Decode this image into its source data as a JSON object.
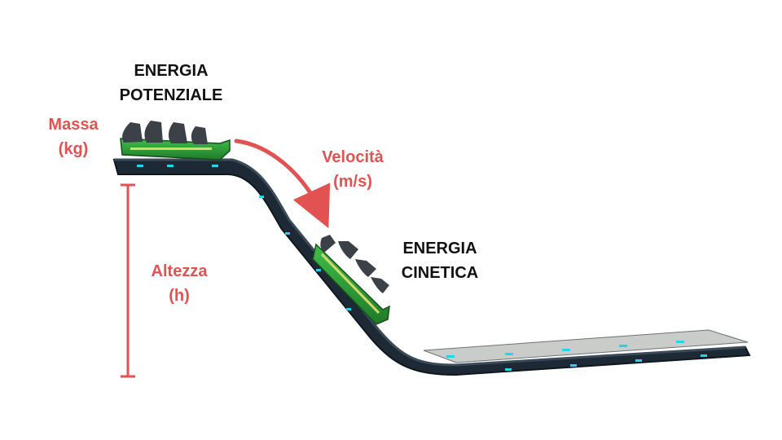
{
  "labels": {
    "potential": {
      "line1": "ENERGIA",
      "line2": "POTENZIALE"
    },
    "mass": {
      "line1": "Massa",
      "line2": "(kg)"
    },
    "velocity": {
      "line1": "Velocità",
      "line2": "(m/s)"
    },
    "height": {
      "line1": "Altezza",
      "line2": "(h)"
    },
    "kinetic": {
      "line1": "ENERGIA",
      "line2": "CINETICA"
    }
  },
  "colors": {
    "annotation": "#e35252",
    "heading": "#111111",
    "track": "#1d2a35",
    "track_glow": "#27d3e8",
    "cart_green": "#2f9e3a",
    "cart_seat": "#3b4147"
  },
  "icons": [
    "roller-coaster-track",
    "roller-coaster-cart",
    "height-bracket",
    "velocity-arrow"
  ]
}
